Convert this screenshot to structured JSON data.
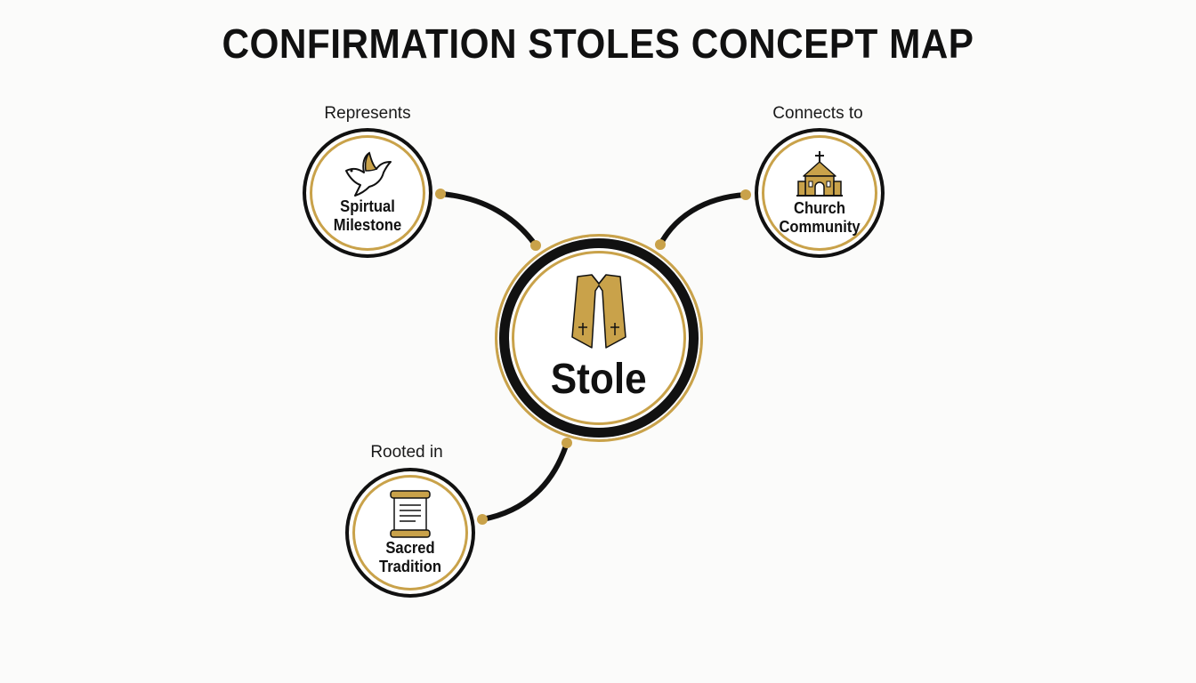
{
  "title": "CONFIRMATION STOLES CONCEPT MAP",
  "center": {
    "label": "Stole",
    "icon": "stole-icon"
  },
  "nodes": {
    "top_left": {
      "relation": "Represents",
      "line1": "Spirtual",
      "line2": "Milestone",
      "icon": "dove-icon"
    },
    "top_right": {
      "relation": "Connects to",
      "line1": "Church",
      "line2": "Community",
      "icon": "church-icon"
    },
    "bottom_left": {
      "relation": "Rooted in",
      "line1": "Sacred",
      "line2": "Tradition",
      "icon": "scroll-icon"
    }
  },
  "colors": {
    "gold": "#c9a24a",
    "black": "#111111",
    "background": "#fbfbfa"
  }
}
